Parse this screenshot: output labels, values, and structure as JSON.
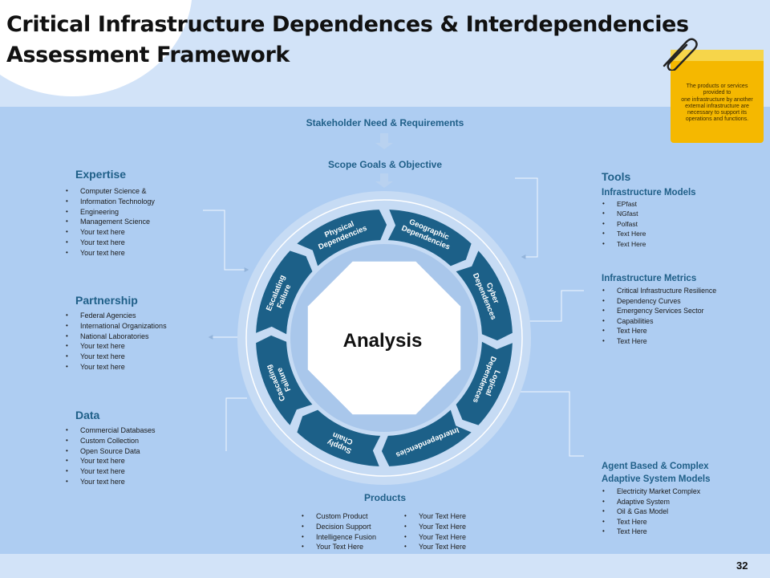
{
  "title_lines": [
    "Critical Infrastructure Dependences & Interdependencies",
    "Assessment Framework"
  ],
  "note_lines": [
    "The products or services",
    "provided to",
    "one infrastructure by another",
    "external infrastructure are",
    "necessary to support its",
    "operations and functions."
  ],
  "stakeholder_label": "Stakeholder Need & Requirements",
  "scope_label": "Scope Goals & Objective",
  "center_label": "Analysis",
  "products_label": "Products",
  "ring_segments": [
    [
      "Physical",
      "Dependencies"
    ],
    [
      "Geographic",
      "Dependencies"
    ],
    [
      "Cyber",
      "Dependences"
    ],
    [
      "Logical",
      "Dependences"
    ],
    [
      "Interdependencies"
    ],
    [
      "Supply",
      "Chain"
    ],
    [
      "Cascading",
      "Failure"
    ],
    [
      "Escalating",
      "Failure"
    ]
  ],
  "expertise": {
    "title": "Expertise",
    "items": [
      "Computer Science &",
      "Information Technology",
      "Engineering",
      "Management Science",
      "Your text here",
      "Your text here",
      "Your text here"
    ]
  },
  "partnership": {
    "title": "Partnership",
    "items": [
      "Federal Agencies",
      "International Organizations",
      "National Laboratories",
      "Your text here",
      "Your text here",
      "Your text here"
    ]
  },
  "data_section": {
    "title": "Data",
    "items": [
      "Commercial Databases",
      "Custom Collection",
      "Open Source Data",
      "Your text here",
      "Your text here",
      "Your text here"
    ]
  },
  "tools": {
    "title": "Tools",
    "models_title": "Infrastructure Models",
    "models_items": [
      "EPfast",
      "NGfast",
      "Polfast",
      "Text Here",
      "Text Here"
    ],
    "metrics_title": "Infrastructure Metrics",
    "metrics_items": [
      "Critical Infrastructure Resilience",
      "Dependency Curves",
      "Emergency Services Sector",
      "Capabilities",
      "Text Here",
      "Text Here"
    ],
    "agent_title_lines": [
      "Agent Based & Complex",
      "Adaptive System Models"
    ],
    "agent_items": [
      "Electricity Market Complex",
      "Adaptive System",
      "Oil & Gas Model",
      "Text Here",
      "Text Here"
    ]
  },
  "products": {
    "col1": [
      "Custom Product",
      "Decision Support",
      "Intelligence Fusion",
      "Your Text Here"
    ],
    "col2": [
      "Your Text Here",
      "Your Text Here",
      "Your Text Here",
      "Your Text Here"
    ]
  },
  "page_number": "32",
  "colors": {
    "segment": "#1c6088",
    "ring_outer": "#c6dbf4",
    "ring_mid": "#a9c7eb",
    "label": "#1f5f88"
  }
}
